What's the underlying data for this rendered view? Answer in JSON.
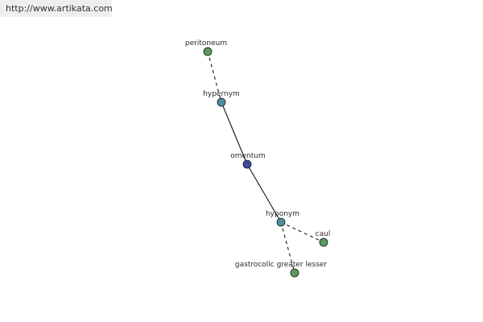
{
  "source_url": "http://www.artikata.com",
  "graph": {
    "nodes": [
      {
        "id": "peritoneum",
        "label": "peritoneum",
        "role": "leaf",
        "color": "#5a9a5a"
      },
      {
        "id": "hypernym",
        "label": "hypernym",
        "role": "relation",
        "color": "#4a8e9a"
      },
      {
        "id": "omentum",
        "label": "omentum",
        "role": "center",
        "color": "#3a4aa0"
      },
      {
        "id": "hyponym",
        "label": "hyponym",
        "role": "relation",
        "color": "#4a8e9a"
      },
      {
        "id": "caul",
        "label": "caul",
        "role": "leaf",
        "color": "#5a9a5a"
      },
      {
        "id": "gastrocolic",
        "label": "gastrocolic greater lesser",
        "role": "leaf",
        "color": "#5a9a5a"
      }
    ],
    "edges": [
      {
        "from": "peritoneum",
        "to": "hypernym",
        "style": "dashed"
      },
      {
        "from": "hypernym",
        "to": "omentum",
        "style": "solid"
      },
      {
        "from": "omentum",
        "to": "hyponym",
        "style": "solid"
      },
      {
        "from": "hyponym",
        "to": "caul",
        "style": "dashed"
      },
      {
        "from": "hyponym",
        "to": "gastrocolic",
        "style": "dashed"
      }
    ]
  }
}
